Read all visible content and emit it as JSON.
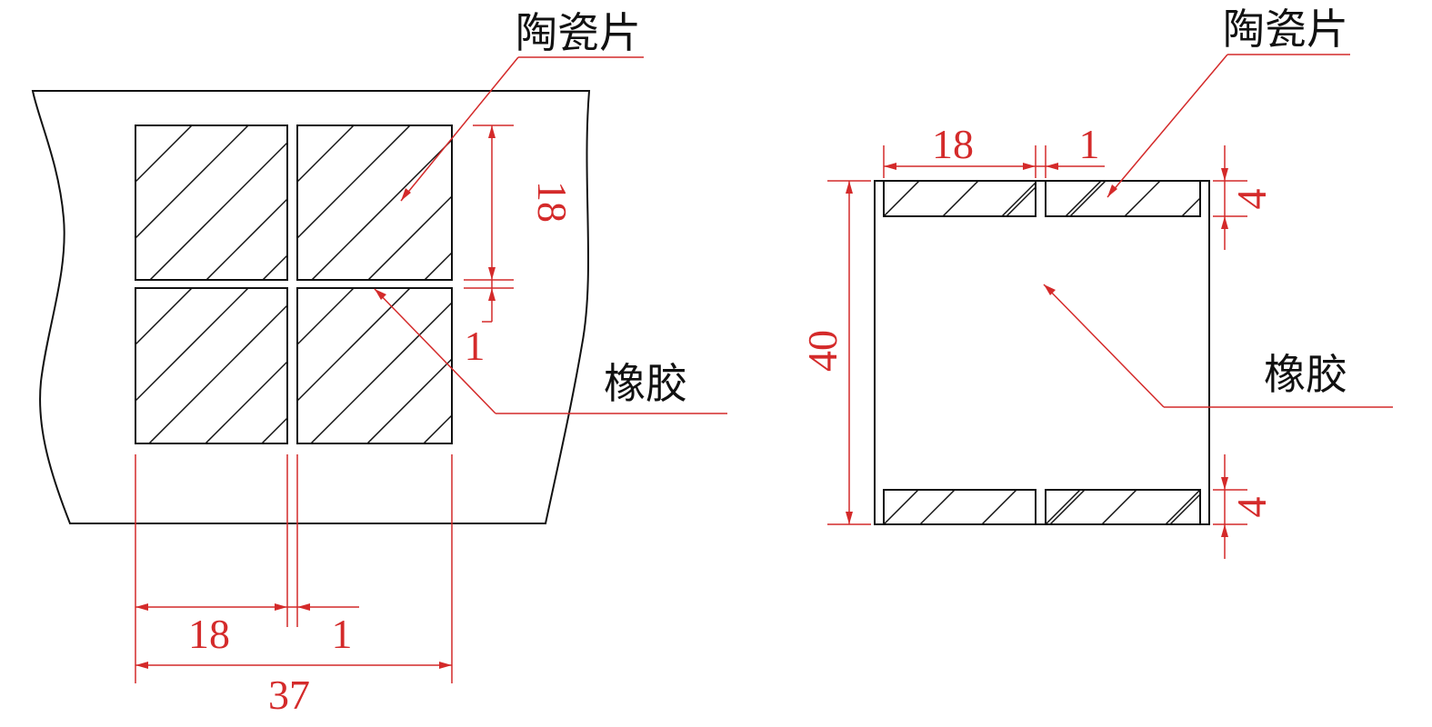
{
  "left_view": {
    "label_ceramic": "陶瓷片",
    "label_rubber": "橡胶",
    "dims": {
      "tile_size": "18",
      "gap_vertical": "1",
      "tile_width": "18",
      "gap_horizontal": "1",
      "total_width": "37"
    }
  },
  "right_view": {
    "label_ceramic": "陶瓷片",
    "label_rubber": "橡胶",
    "dims": {
      "tile_width": "18",
      "gap": "1",
      "height": "40",
      "top_tile_thickness": "4",
      "bottom_tile_thickness": "4"
    }
  },
  "colors": {
    "drawing_line": "#111111",
    "dimension": "#d42a2a"
  }
}
